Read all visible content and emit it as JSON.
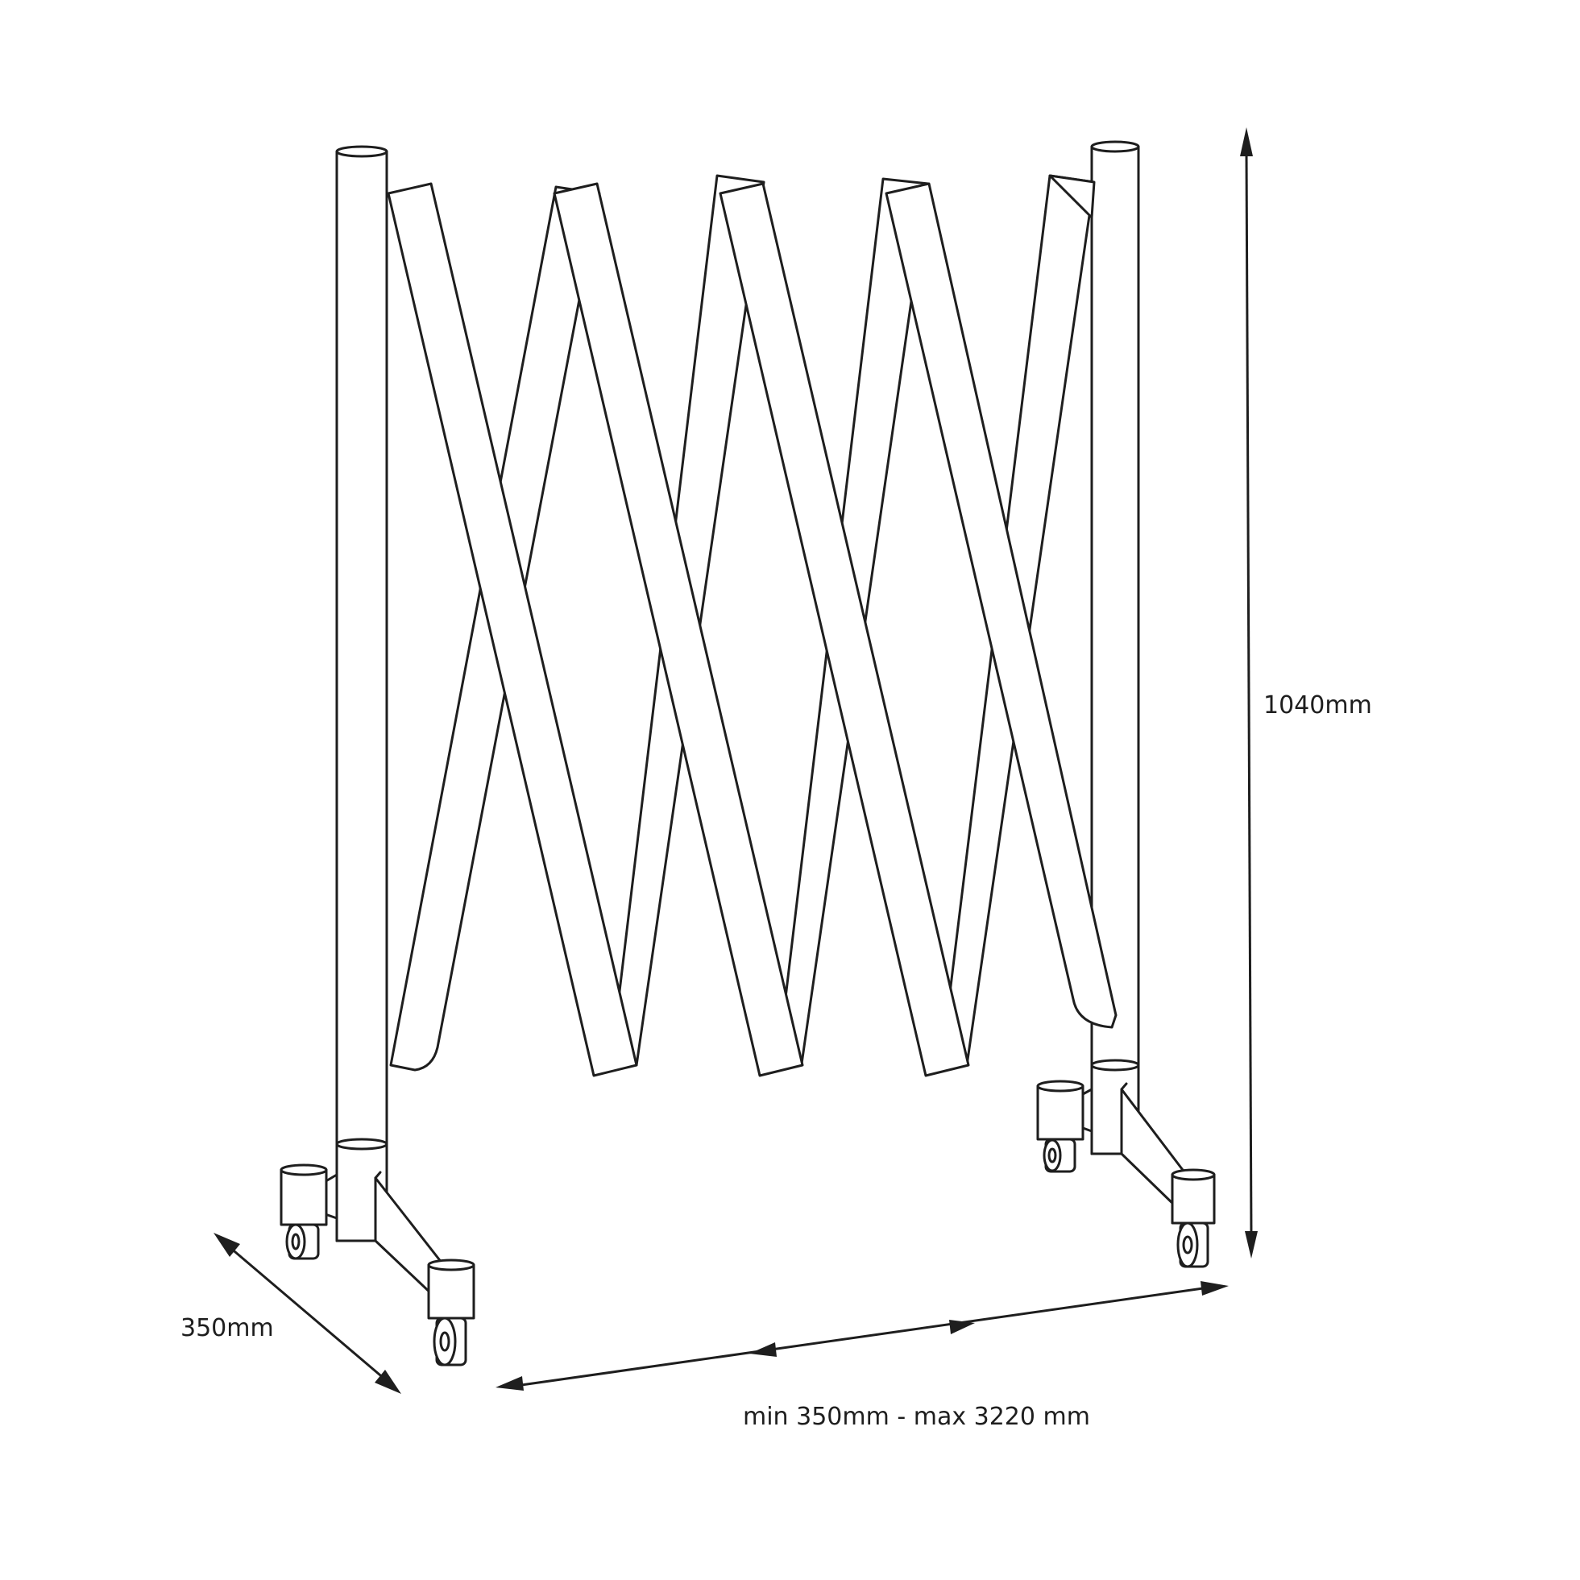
{
  "dimensions": {
    "height": "1040mm",
    "depth": "350mm",
    "width_range": "min 350mm - max 3220 mm"
  }
}
